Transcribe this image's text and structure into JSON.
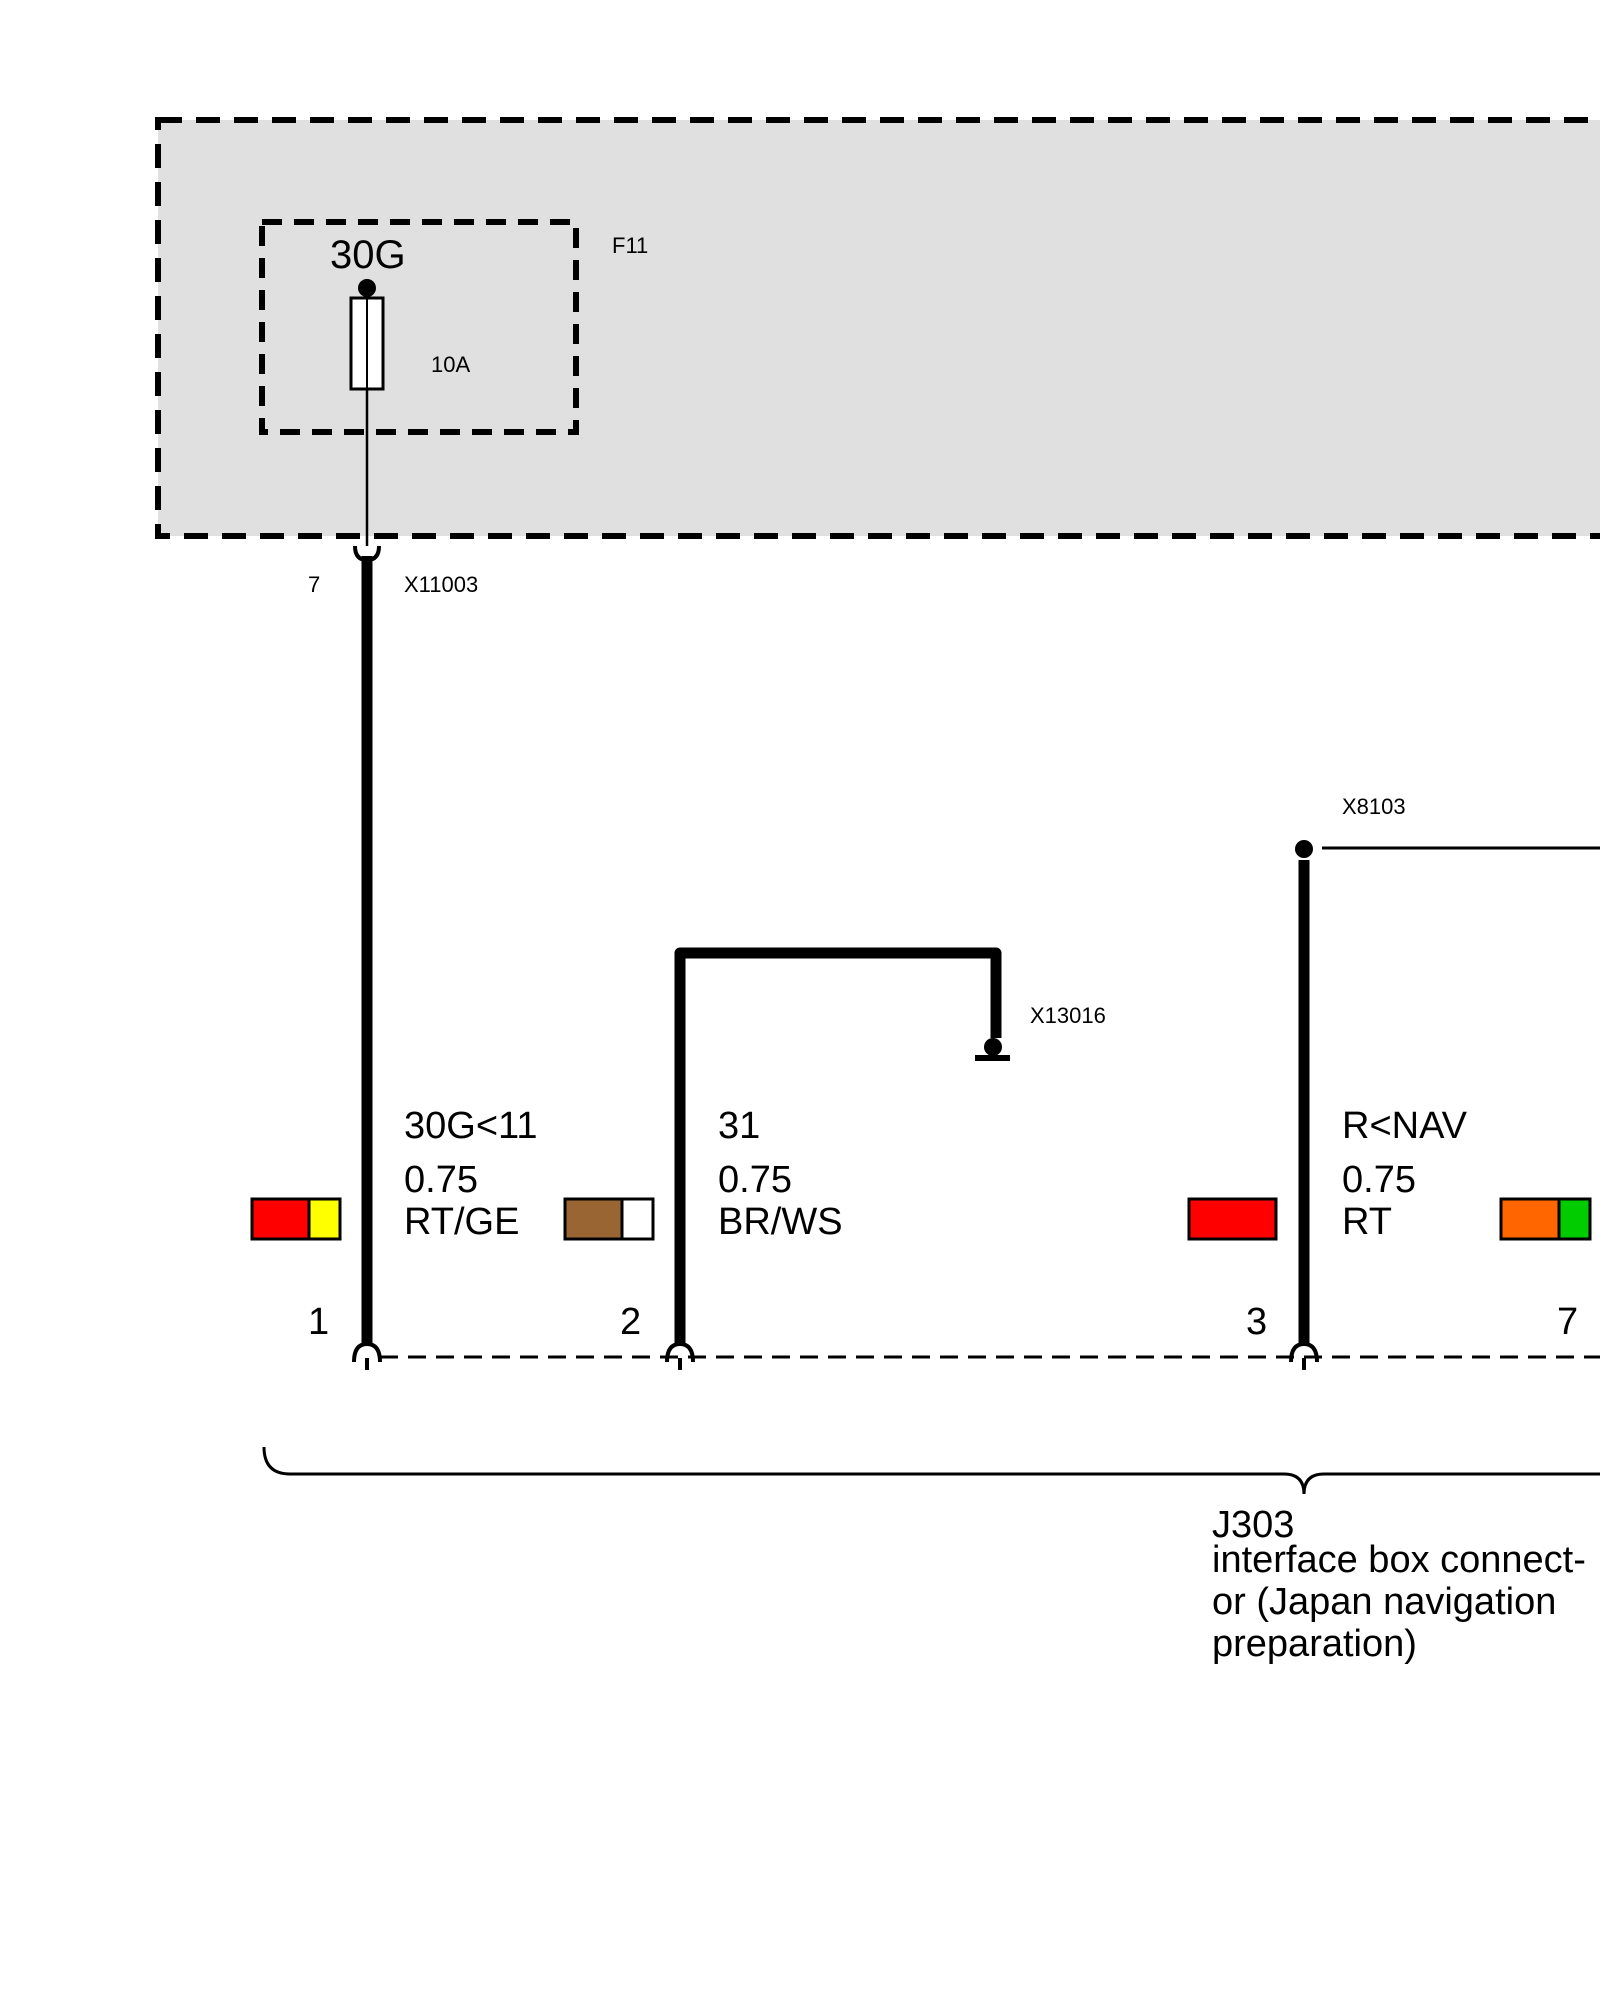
{
  "fuse": {
    "terminal": "30G",
    "designation": "F11",
    "rating": "10A"
  },
  "connectors": {
    "top": {
      "pin": "7",
      "name": "X11003"
    },
    "ground": {
      "name": "X13016"
    },
    "splice": {
      "name": "X8103"
    }
  },
  "wires": [
    {
      "pin": "1",
      "signal": "30G<11",
      "size": "0.75",
      "color_code": "RT/GE",
      "colors": [
        "#ff0000",
        "#ffff00"
      ]
    },
    {
      "pin": "2",
      "signal": "31",
      "size": "0.75",
      "color_code": "BR/WS",
      "colors": [
        "#996633",
        "#ffffff"
      ]
    },
    {
      "pin": "3",
      "signal": "R<NAV",
      "size": "0.75",
      "color_code": "RT",
      "colors": [
        "#ff0000"
      ]
    },
    {
      "pin": "7",
      "signal": "",
      "size": "",
      "color_code": "",
      "colors": [
        "#ff6600",
        "#00cc00"
      ]
    }
  ],
  "component": {
    "id": "J303",
    "description_lines": [
      "interface box connect-",
      "or (Japan navigation",
      "preparation)"
    ]
  },
  "colors": {
    "module_fill": "#e0e0e0",
    "line": "#000000"
  }
}
